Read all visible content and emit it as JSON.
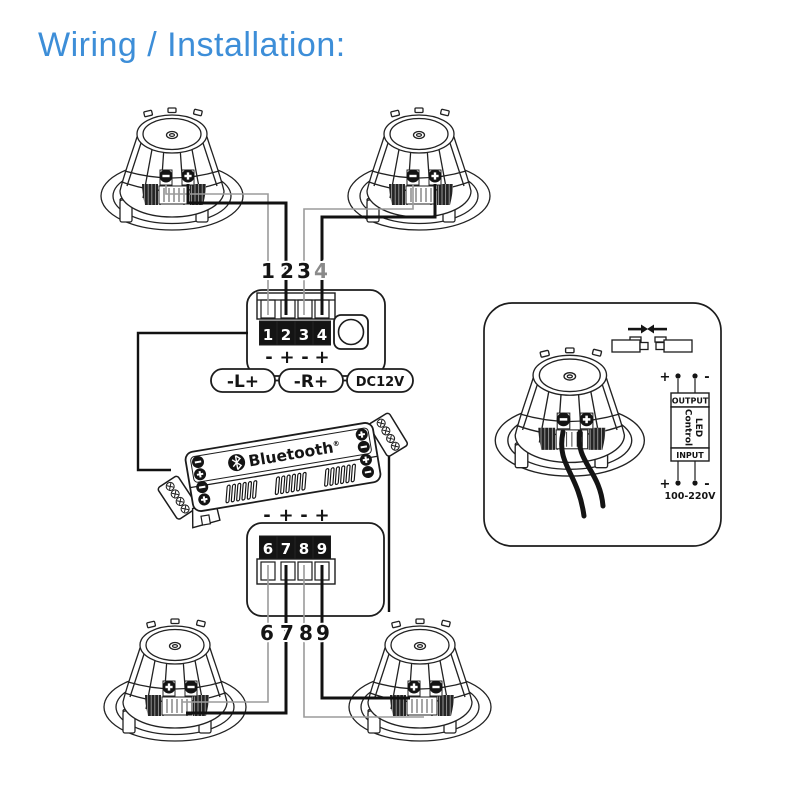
{
  "title": "Wiring / Installation:",
  "colors": {
    "accent": "#3d8ed8",
    "line": "#1c1c1c",
    "negative_wire": "#9b9b9b",
    "positive_wire": "#111111",
    "label4_gray": "#8a8a8a"
  },
  "top_block": {
    "wire_labels": [
      "1",
      "2",
      "3",
      "4"
    ],
    "terminals": [
      "1",
      "2",
      "3",
      "4"
    ],
    "polarity": [
      "-",
      "+",
      "-",
      "+"
    ],
    "pills": [
      "-L+",
      "-R+",
      "DC12V"
    ]
  },
  "amplifier": {
    "brand": "Bluetooth",
    "registered": "®"
  },
  "bottom_block": {
    "polarity": [
      "-",
      "+",
      "-",
      "+"
    ],
    "terminals": [
      "6",
      "7",
      "8",
      "9"
    ],
    "wire_labels": [
      "6",
      "7",
      "8",
      "9"
    ]
  },
  "inset": {
    "output_label": "OUTPUT",
    "control_label_line1": "LED",
    "control_label_line2": "Control",
    "input_label": "INPUT",
    "voltage_label": "100-220V",
    "polarity_plus": "+",
    "polarity_minus": "-"
  }
}
